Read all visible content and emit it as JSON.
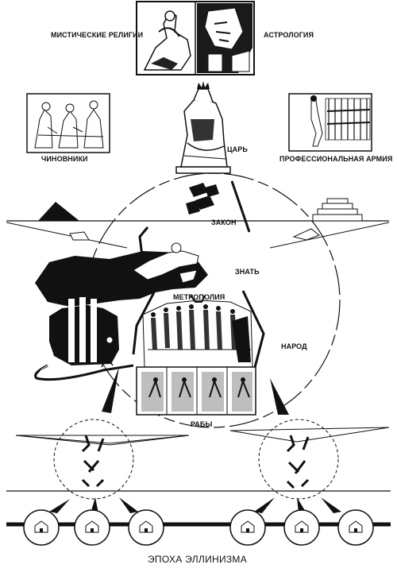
{
  "labels": {
    "mystic": "МИСТИЧЕСКИЕ РЕЛИГИИ",
    "astrology": "АСТРОЛОГИЯ",
    "tsar": "ЦАРЬ",
    "officials": "ЧИНОВНИКИ",
    "army": "ПРОФЕССИОНАЛЬНАЯ АРМИЯ",
    "law": "ЗАКОН",
    "nobility": "ЗНАТЬ",
    "metropolis": "МЕТРОПОЛИЯ",
    "people": "НАРОД",
    "slaves": "РАБЫ",
    "caption": "ЭПОХА ЭЛЛИНИЗМА"
  },
  "colors": {
    "ink": "#111111",
    "paper": "#ffffff",
    "shade": "#555555"
  },
  "icons": [
    "figure-illustration",
    "king-statue",
    "law-tablets",
    "pyramid",
    "ziggurat",
    "reclining-figure",
    "arch-ruin",
    "hut"
  ]
}
